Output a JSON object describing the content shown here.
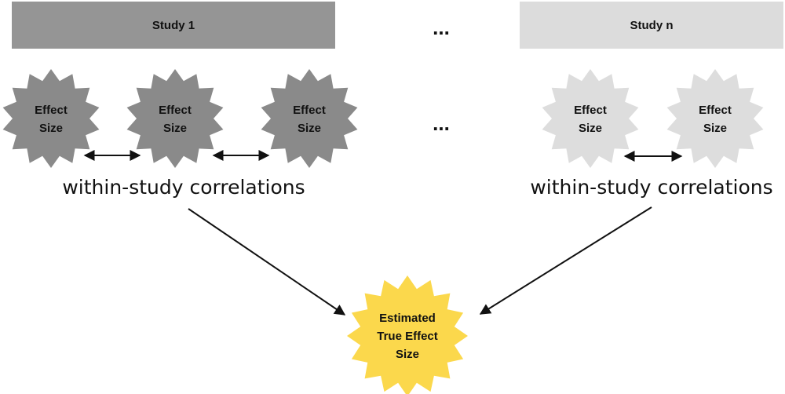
{
  "studies": [
    {
      "label": "Study 1",
      "color": "#959595"
    },
    {
      "label": "Study n",
      "color": "#dcdcdc"
    }
  ],
  "ellipsis": "...",
  "effect_size": {
    "line1": "Effect",
    "line2": "Size",
    "dark_color": "#8a8a8a",
    "light_color": "#dddddd"
  },
  "correlation_label": "within-study correlations",
  "result": {
    "line1": "Estimated",
    "line2": "True Effect",
    "line3": "Size",
    "color": "#fbd84c"
  }
}
